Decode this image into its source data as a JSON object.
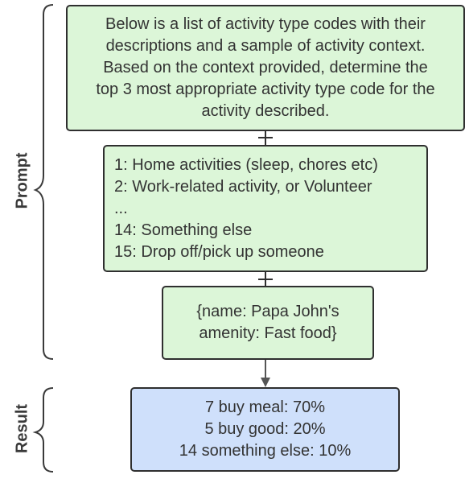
{
  "labels": {
    "prompt": "Prompt",
    "result": "Result"
  },
  "instruction_box": {
    "lines": [
      "Below is a list of activity type codes with their",
      "descriptions and a sample of activity context.",
      "Based on the context provided, determine the",
      "top 3 most appropriate activity type code for the",
      "activity described."
    ]
  },
  "codes_box": {
    "lines": [
      "1:  Home activities (sleep, chores etc)",
      "2:  Work-related activity, or Volunteer",
      "...",
      "14:  Something else",
      "15:  Drop off/pick up someone"
    ]
  },
  "context_box": {
    "lines": [
      "{name: Papa John's",
      "amenity: Fast food}"
    ]
  },
  "result_box": {
    "lines": [
      "7 buy meal: 70%",
      "5 buy good: 20%",
      "14 something else: 10%"
    ]
  },
  "colors": {
    "prompt_box_fill": "#dcf6d8",
    "result_box_fill": "#cfe0fb",
    "border": "#2f2f2f"
  }
}
